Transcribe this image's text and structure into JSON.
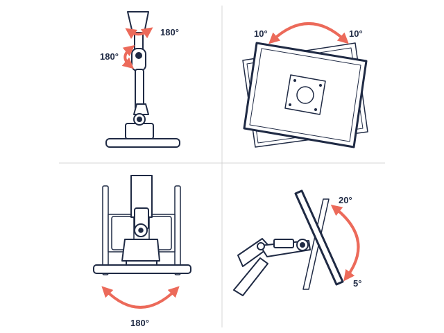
{
  "colors": {
    "ink": "#1f2a44",
    "accent": "#ec6a5a",
    "fill": "#ffffff",
    "divider": "#d4d4d4"
  },
  "panels": [
    {
      "id": "top-left",
      "labels": [
        "180°",
        "180°"
      ]
    },
    {
      "id": "top-right",
      "labels": [
        "10°",
        "10°"
      ]
    },
    {
      "id": "bottom-left",
      "labels": [
        "180°"
      ]
    },
    {
      "id": "bottom-right",
      "labels": [
        "20°",
        "5°"
      ]
    }
  ]
}
